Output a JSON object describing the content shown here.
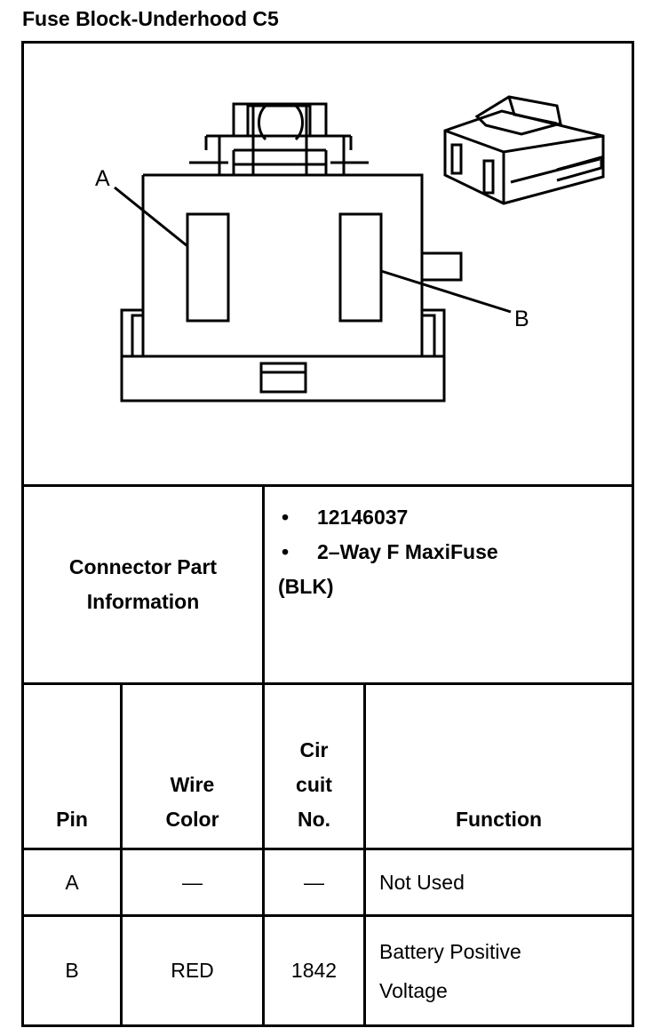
{
  "title": "Fuse Block-Underhood C5",
  "diagram": {
    "callout_a": "A",
    "callout_b": "B"
  },
  "connector_info": {
    "label_line1": "Connector Part",
    "label_line2": "Information",
    "bullet_1": "12146037",
    "bullet_2": "2–Way F MaxiFuse",
    "bullet_2_cont": "(BLK)"
  },
  "table": {
    "headers": {
      "pin": "Pin",
      "wire_color_1": "Wire",
      "wire_color_2": "Color",
      "circuit_1": "Cir",
      "circuit_2": "cuit",
      "circuit_3": "No.",
      "function": "Function"
    },
    "rows": [
      {
        "pin": "A",
        "wire_color": "—",
        "circuit": "—",
        "function_1": "Not Used",
        "function_2": ""
      },
      {
        "pin": "B",
        "wire_color": "RED",
        "circuit": "1842",
        "function_1": "Battery Positive",
        "function_2": "Voltage"
      }
    ]
  }
}
